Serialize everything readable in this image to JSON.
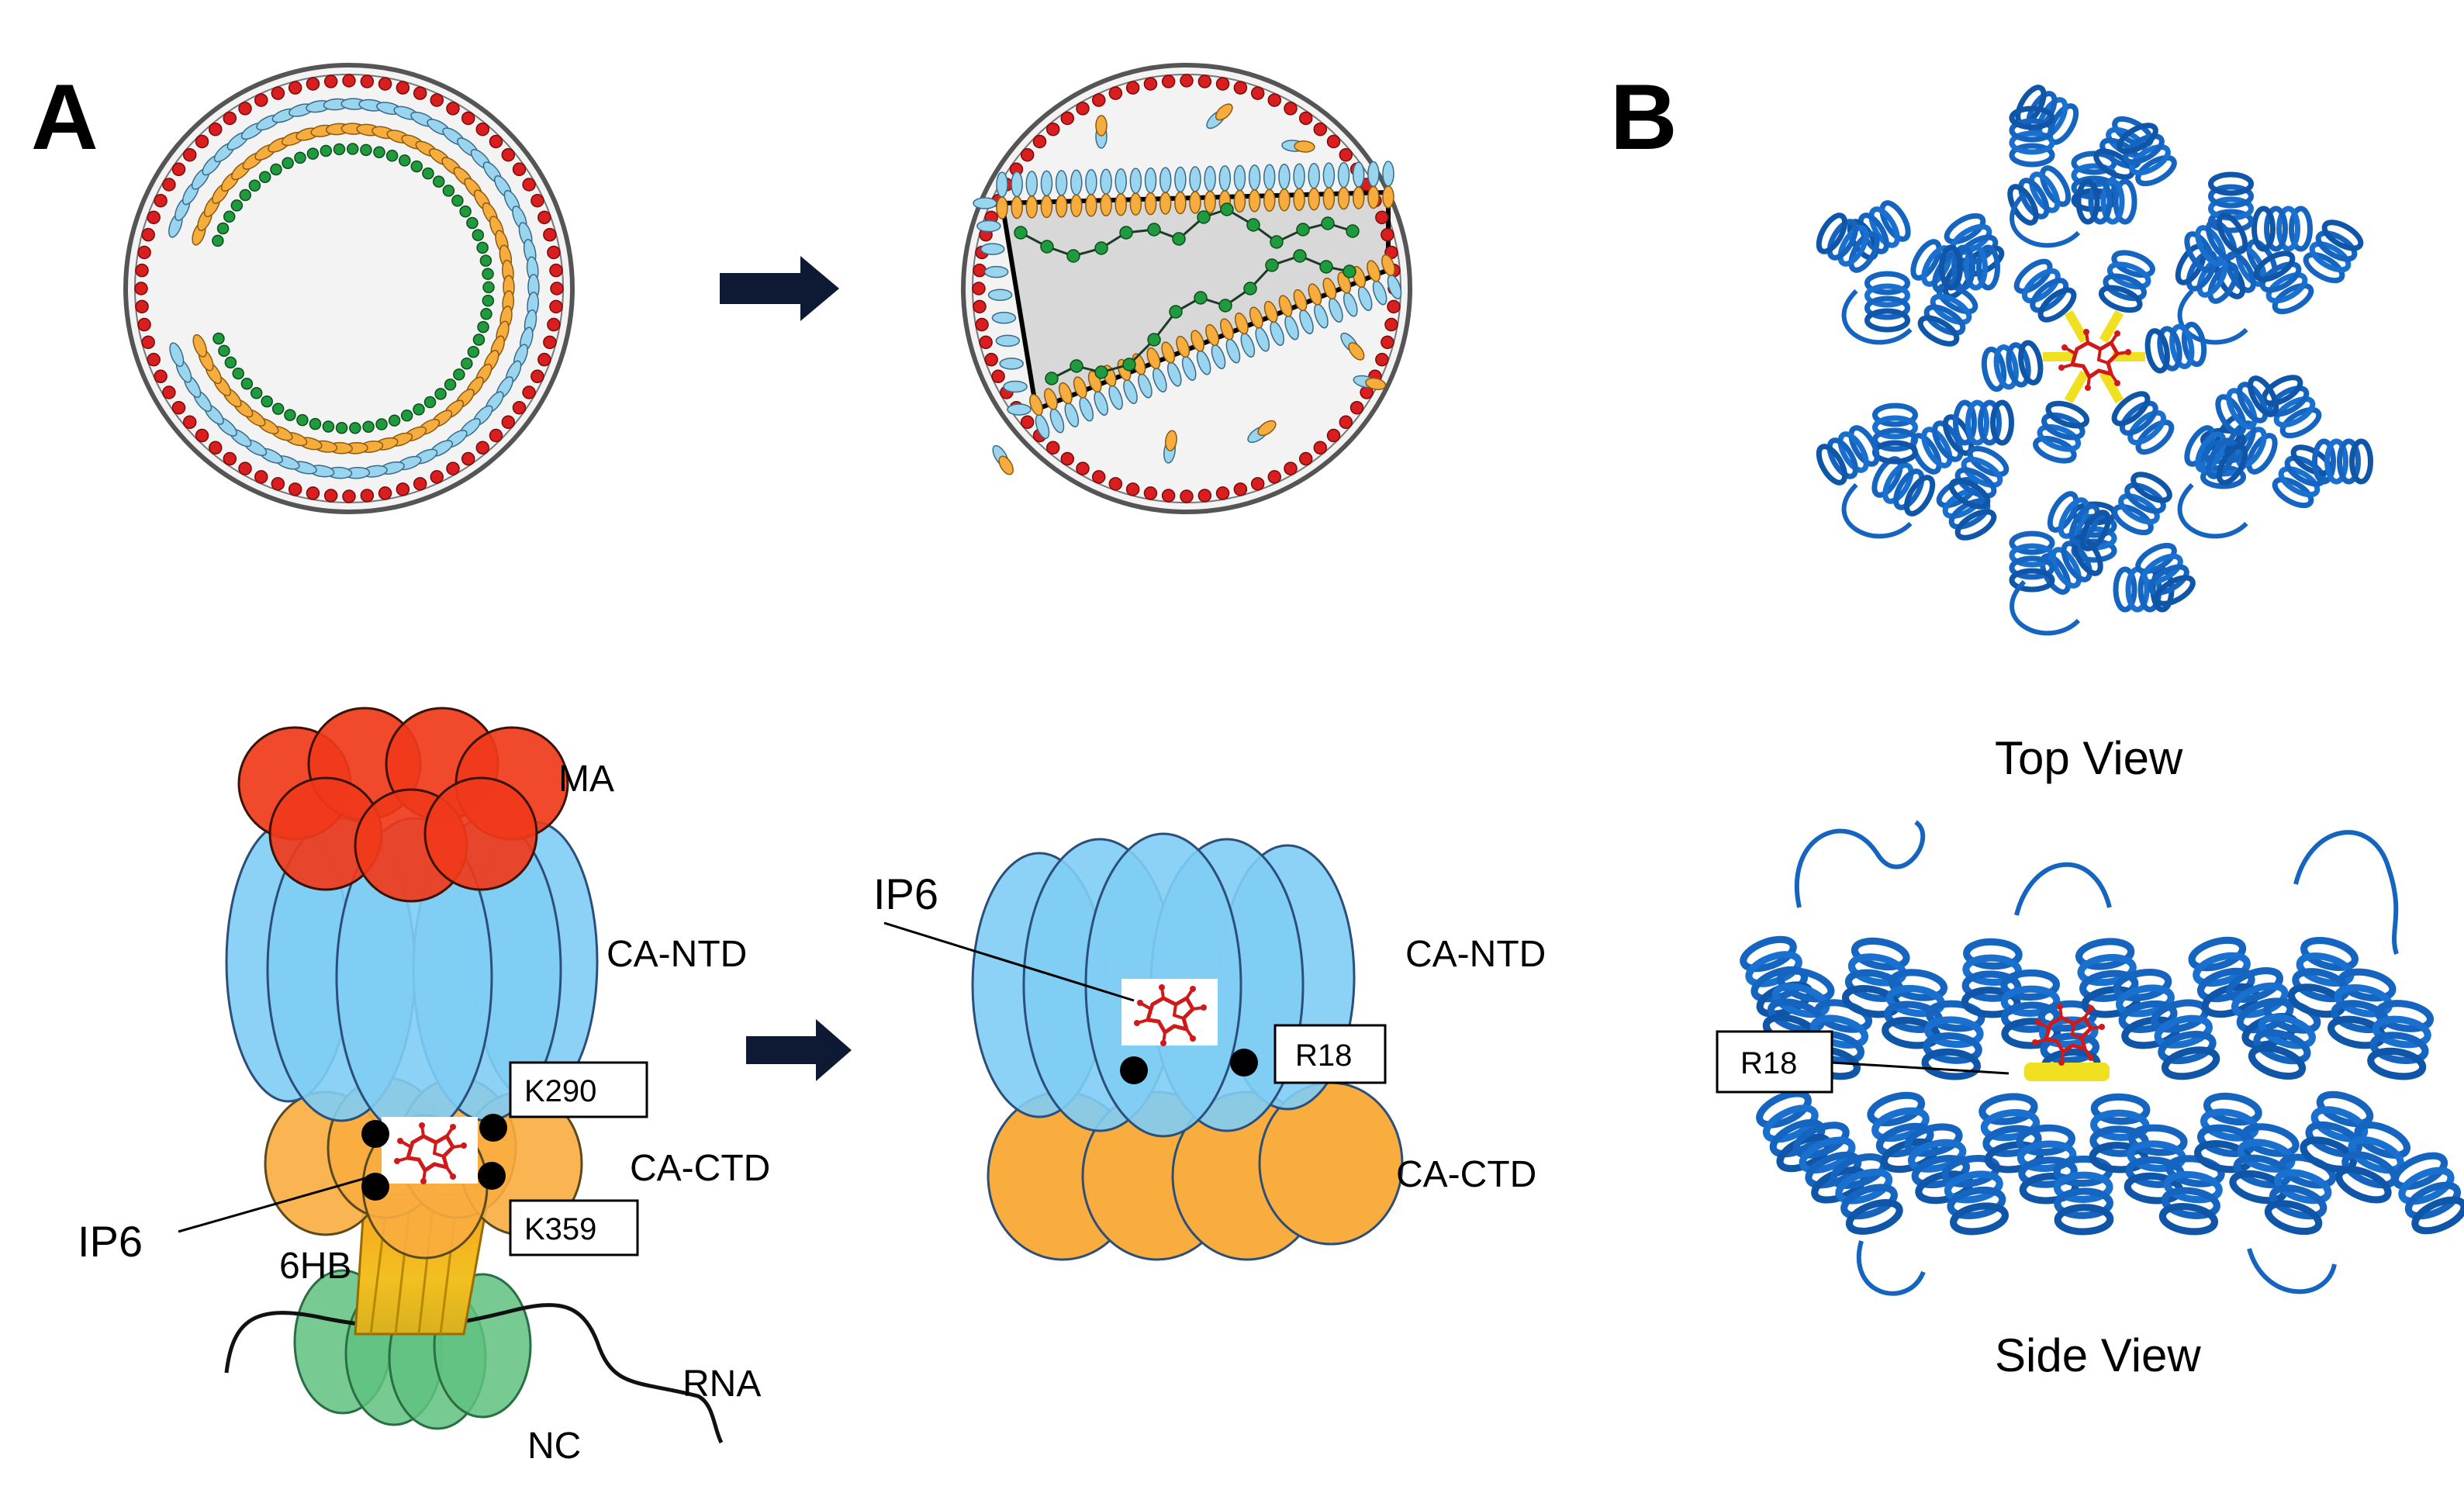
{
  "panels": {
    "a": "A",
    "b": "B"
  },
  "labels": {
    "ma": "MA",
    "ca_ntd": "CA-NTD",
    "ca_ctd": "CA-CTD",
    "ip6": "IP6",
    "six_hb": "6HB",
    "rna": "RNA",
    "nc": "NC",
    "k290": "K290",
    "k359": "K359",
    "r18": "R18",
    "top_view": "Top View",
    "side_view": "Side View"
  },
  "colors": {
    "ma": "#f03a1a",
    "ca_ntd": "#7fcdf5",
    "ca_ctd": "#f9ad3f",
    "nc": "#5fc27f",
    "lipid_head_red": "#d81e1e",
    "lipid_tail_blue": "#9ad5ef",
    "lipid_tail_orange": "#f7ad3d",
    "lipid_head_green": "#1f9a3c",
    "protein": "#1565c0",
    "ip6_ligand": "#d01a1a",
    "contact_residues": "#f0e020"
  },
  "icons": [
    "right-arrow-icon",
    "ip6-molecule-icon"
  ]
}
